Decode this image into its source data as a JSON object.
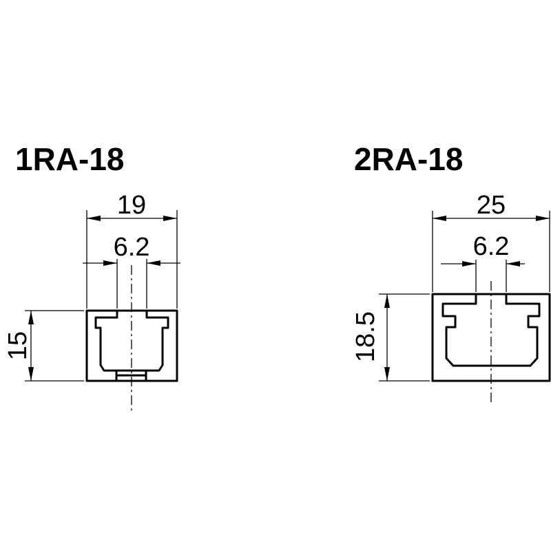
{
  "profiles": [
    {
      "title": "1RA-18",
      "width_label": "19",
      "slot_label": "6.2",
      "height_label": "15"
    },
    {
      "title": "2RA-18",
      "width_label": "25",
      "slot_label": "6.2",
      "height_label": "18.5"
    }
  ]
}
